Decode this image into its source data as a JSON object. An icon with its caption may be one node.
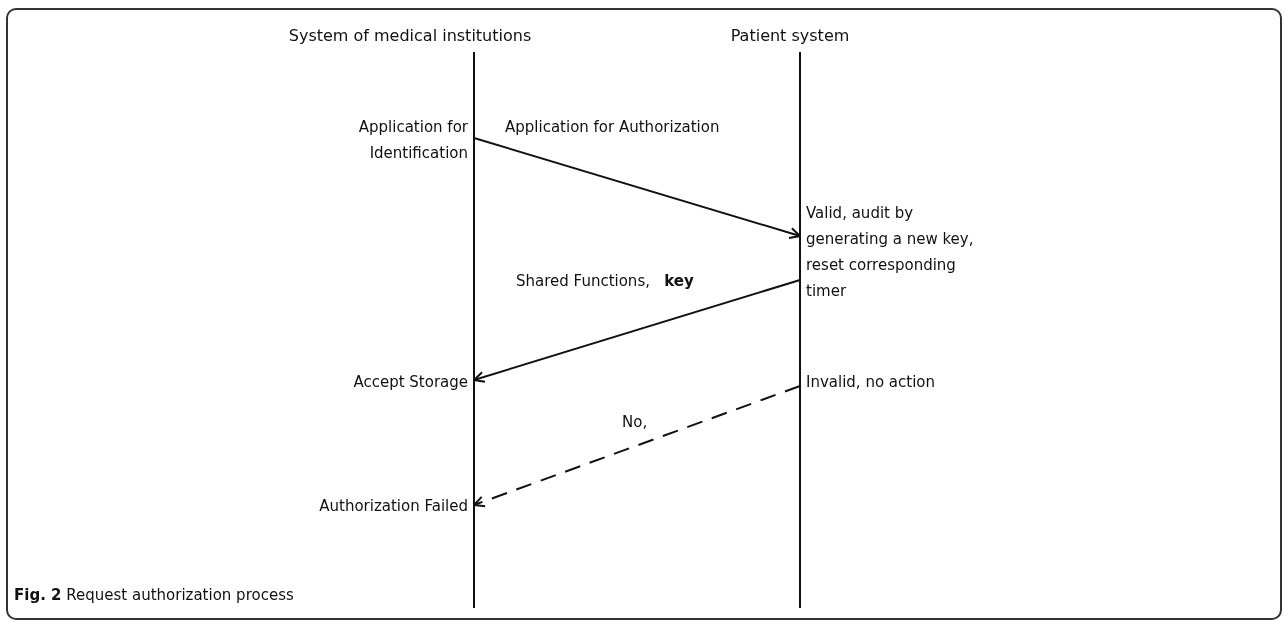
{
  "diagram": {
    "caption": "**Fig. 2** Request authorization process",
    "nodes": [
      {
        "text": [
          "Application for Identification"
        ]
      },
      {
        "text": [
          "Valid, audit by generating a new key, reset corresponding timer"
        ]
      },
      {
        "text": [
          "Accept Storage"
        ]
      },
      {
        "text": [
          "Invalid, no action"
        ]
      },
      {
        "text": [
          "Authorization Failed"
        ]
      }
    ],
    "edges": [
      {
        "from": 0,
        "to": 1,
        "arrow": "to",
        "label": "Application for Authorization"
      },
      {
        "from": 1,
        "to": 2,
        "arrow": "to",
        "label": "Shared Functions,   **key**"
      },
      {
        "from": 3,
        "to": 4,
        "arrow": "to",
        "label": "No,",
        "style": "dashed"
      }
    ],
    "labels": [
      "System of medical institutions",
      "Patient system"
    ]
  }
}
